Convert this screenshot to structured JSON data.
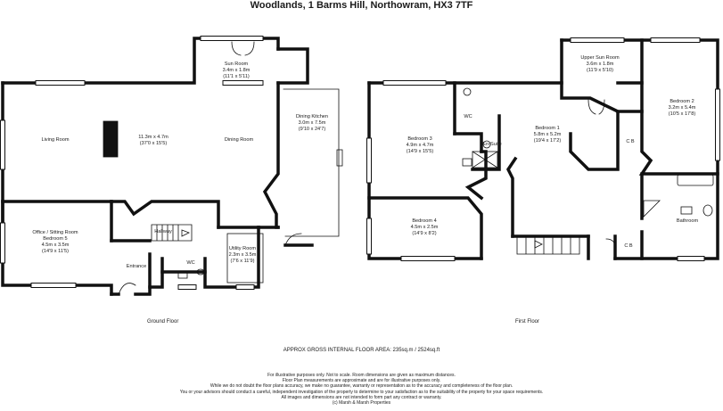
{
  "title": "Woodlands, 1 Barms Hill, Northowram, HX3 7TF",
  "ground_floor": {
    "label": "Ground Floor",
    "rooms": {
      "sun_room": [
        "Sun Room",
        "3.4m x 1.8m",
        "(11'1 x 5'11)"
      ],
      "living_room": [
        "Living Room"
      ],
      "living_dims": [
        "11.3m x 4.7m",
        "(37'0 x 15'5)"
      ],
      "dining_room": [
        "Dining Room"
      ],
      "dining_kitchen": [
        "Dining Kitchen",
        "3.0m x 7.5m",
        "(9'10 x 24'7)"
      ],
      "office": [
        "Office / Sitting Room",
        "Bedroom 5",
        "4.5m x 3.5m",
        "(14'9 x 11'5)"
      ],
      "hallway": [
        "Hallway"
      ],
      "utility": [
        "Utility Room",
        "2.3m x 3.5m",
        "(7'6 x 11'9)"
      ],
      "entrance": [
        "Entrance"
      ],
      "wc": [
        "WC"
      ]
    }
  },
  "first_floor": {
    "label": "First Floor",
    "rooms": {
      "upper_sun": [
        "Upper Sun Room",
        "3.6m x 1.8m",
        "(11'9 x 5'10)"
      ],
      "bedroom2": [
        "Bedroom 2",
        "3.2m x 5.4m",
        "(10'5 x 17'8)"
      ],
      "wc": [
        "WC"
      ],
      "bedroom3": [
        "Bedroom 3",
        "4.9m x 4.7m",
        "(14'9 x 15'5)"
      ],
      "bedroom1": [
        "Bedroom 1",
        "5.8m x 5.2m",
        "(19'4 x 17'2)"
      ],
      "cb1": [
        "C B"
      ],
      "ensuite": [
        "En-Suite"
      ],
      "bathroom": [
        "Bathroom"
      ],
      "bedroom4": [
        "Bedroom 4",
        "4.5m x 2.5m",
        "(14'9 x 8'2)"
      ],
      "cb2": [
        "C B"
      ]
    }
  },
  "area_text": "APPROX GROSS INTERNAL FLOOR AREA:  235sq.m  / 2524sq.ft",
  "disclaimer": [
    "For illustrative purposes only.  Not to scale.  Room dimensions are given as maximum distances.",
    "Floor Plan measurements are approximate and are for illustrative purposes only.",
    "While we do not doubt the floor plans accuracy, we make no guarantee, warranty or representation as to the accuracy and completeness of the floor plan.",
    "You or your advisors should conduct a careful, independent investigation of the property to determine to your satisfaction as to the suitability of the property for your space requirements.",
    "All images and dimensions are not intended to form part any contract or warranty.",
    "(c) Marsh & Marsh Properties"
  ]
}
